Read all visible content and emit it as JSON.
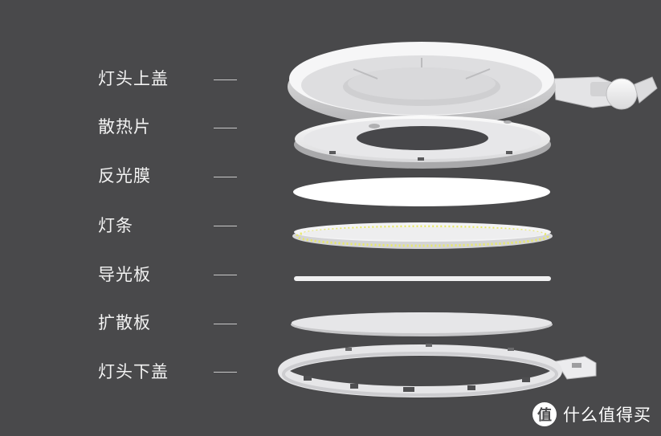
{
  "labels": [
    {
      "text": "灯头上盖"
    },
    {
      "text": "散热片"
    },
    {
      "text": "反光膜"
    },
    {
      "text": "灯条"
    },
    {
      "text": "导光板"
    },
    {
      "text": "扩散板"
    },
    {
      "text": "灯头下盖"
    }
  ],
  "watermark": {
    "logo_glyph": "值",
    "text": "什么值得买"
  },
  "colors": {
    "background": "#49494b",
    "part_white": "#f3f3f3",
    "part_shadow": "#b9b9bb",
    "led": "#e8e86a"
  }
}
